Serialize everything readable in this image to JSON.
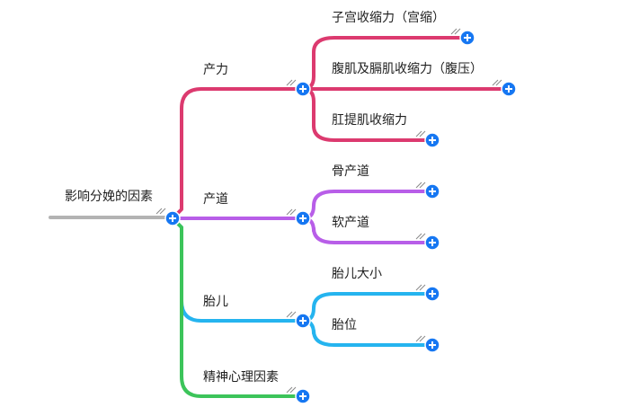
{
  "mindmap": {
    "root": {
      "label": "影响分娩的因素"
    },
    "branches": [
      {
        "label": "产力",
        "color": "#dc3a6f",
        "children": [
          {
            "label": "子宫收缩力（宫缩）"
          },
          {
            "label": "腹肌及膈肌收缩力（腹压）"
          },
          {
            "label": "肛提肌收缩力"
          }
        ]
      },
      {
        "label": "产道",
        "color": "#b85ee8",
        "children": [
          {
            "label": "骨产道"
          },
          {
            "label": "软产道"
          }
        ]
      },
      {
        "label": "胎儿",
        "color": "#25b4ef",
        "children": [
          {
            "label": "胎儿大小"
          },
          {
            "label": "胎位"
          }
        ]
      },
      {
        "label": "精神心理因素",
        "color": "#3cc45a",
        "children": []
      }
    ],
    "colors": {
      "root_line": "#b3b3b3",
      "expand_button": "#1677f2",
      "expand_button_border": "#ffffff",
      "hatch": "#888888"
    },
    "icons": {
      "expand": "plus-circle-icon",
      "hatch": "resize-hatch-icon"
    }
  }
}
